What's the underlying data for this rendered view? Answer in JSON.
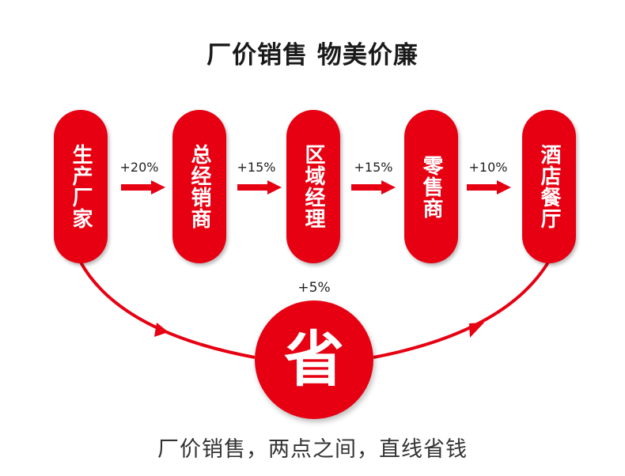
{
  "header": {
    "title": "厂价销售 物美价廉"
  },
  "chain": [
    {
      "label": "生产厂家"
    },
    {
      "label": "总经销商"
    },
    {
      "label": "区域经理"
    },
    {
      "label": "零售商"
    },
    {
      "label": "酒店餐厅"
    }
  ],
  "markups": [
    "+20%",
    "+15%",
    "+15%",
    "+10%"
  ],
  "direct": {
    "label": "省",
    "markup": "+5%"
  },
  "footer": {
    "slogan": "厂价销售，两点之间，直线省钱"
  },
  "colors": {
    "accent": "#e60012"
  }
}
